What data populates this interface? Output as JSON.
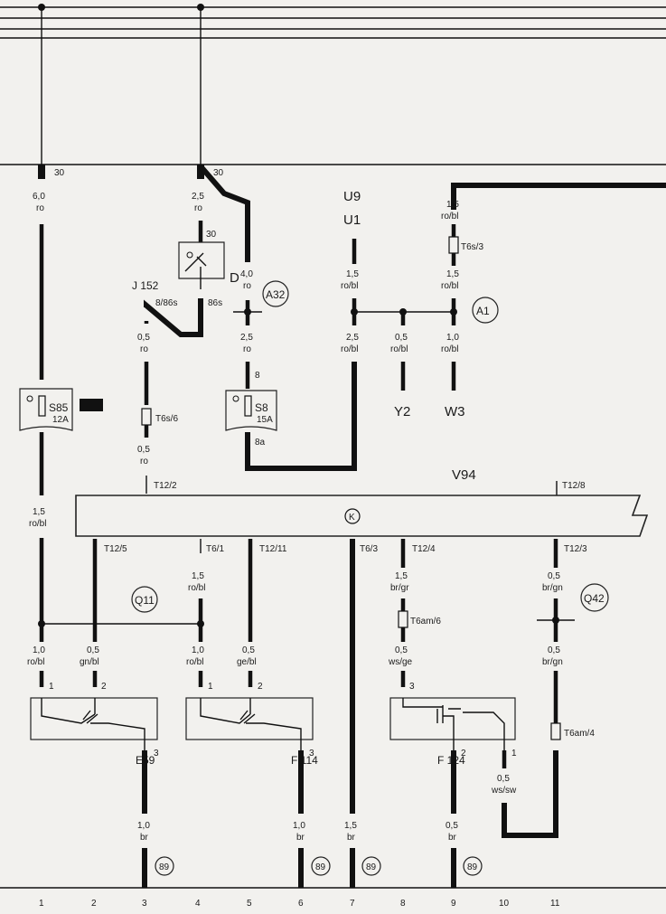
{
  "bus_terminals": {
    "t30_left": "30",
    "t30_right": "30"
  },
  "wires": {
    "c1_top": [
      "6,0",
      "ro"
    ],
    "c1_bottom": [
      "1,5",
      "ro/bl"
    ],
    "c1_low": [
      "1,0",
      "ro/bl"
    ],
    "c2_low": [
      "0,5",
      "gn/bl"
    ],
    "c3_low": [
      "1,0",
      "br"
    ],
    "d_top": [
      "2,5",
      "ro"
    ],
    "j152_out": [
      "0,5",
      "ro"
    ],
    "j152_mid": [
      "0,5",
      "ro"
    ],
    "a32_top": [
      "4,0",
      "ro"
    ],
    "a32_bottom": [
      "2,5",
      "ro"
    ],
    "c4_mid": [
      "1,5",
      "ro/bl"
    ],
    "c4_low": [
      "1,0",
      "ro/bl"
    ],
    "c5_low": [
      "0,5",
      "ge/bl"
    ],
    "c6_low": [
      "1,0",
      "br"
    ],
    "c7_low": [
      "1,5",
      "br"
    ],
    "u_top": [
      "1,5",
      "ro/bl"
    ],
    "u_bottom": [
      "2,5",
      "ro/bl"
    ],
    "y2_wire": [
      "0,5",
      "ro/bl"
    ],
    "w3_top": [
      "1,5",
      "ro/bl"
    ],
    "w3_mid": [
      "1,5",
      "ro/bl"
    ],
    "w3_bottom": [
      "1,0",
      "ro/bl"
    ],
    "c8_mid": [
      "1,5",
      "br/gr"
    ],
    "c8_low": [
      "0,5",
      "ws/ge"
    ],
    "c9_low": [
      "0,5",
      "br"
    ],
    "c10_low": [
      "0,5",
      "ws/sw"
    ],
    "c11_mid": [
      "0,5",
      "br/gn"
    ],
    "c11_low": [
      "0,5",
      "br/gn"
    ]
  },
  "components": {
    "s85": {
      "name": "S85",
      "rating": "12A"
    },
    "s8": {
      "name": "S8",
      "rating": "15A"
    },
    "d": "D",
    "j152": "J 152",
    "j152_pins": {
      "p1": "8/86s",
      "p2": "86s",
      "p3": "30"
    },
    "s8_pins": {
      "in": "8",
      "out": "8a"
    },
    "u9": "U9",
    "u1": "U1",
    "y2": "Y2",
    "w3": "W3",
    "v94": "V94",
    "e59": "E59",
    "f114": "F 114",
    "f124": "F 124",
    "k_symbol": "K"
  },
  "connectors": {
    "t6s_6": "T6s/6",
    "t6s_3": "T6s/3",
    "t12_2": "T12/2",
    "t12_8": "T12/8",
    "t12_5": "T12/5",
    "t6_1": "T6/1",
    "t12_11": "T12/11",
    "t6_3": "T6/3",
    "t12_4": "T12/4",
    "t12_3": "T12/3",
    "t6am_6": "T6am/6",
    "t6am_4": "T6am/4"
  },
  "switch_pins": {
    "e59": [
      "1",
      "2",
      "3"
    ],
    "f114": [
      "1",
      "2",
      "3"
    ],
    "f124": [
      "3",
      "2",
      "1"
    ]
  },
  "circle_labels": {
    "a32": "A32",
    "a1": "A1",
    "q11": "Q11",
    "q42": "Q42",
    "g89_a": "89",
    "g89_b": "89",
    "g89_c": "89",
    "g89_d": "89"
  },
  "column_numbers": [
    "1",
    "2",
    "3",
    "4",
    "5",
    "6",
    "7",
    "8",
    "9",
    "10",
    "11"
  ]
}
